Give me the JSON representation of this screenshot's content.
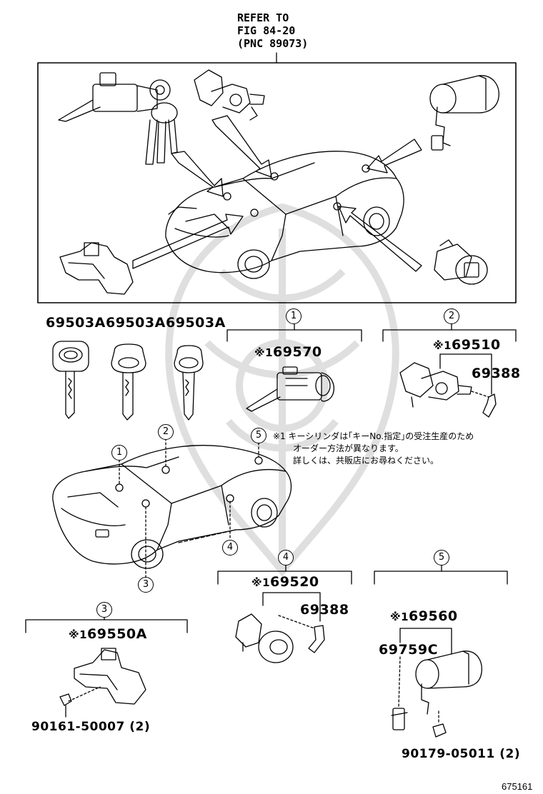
{
  "refer": {
    "line1": "REFER TO",
    "line2": "FIG 84-20",
    "line3": "(PNC 89073)"
  },
  "keys": {
    "part1": "69503A",
    "part2": "69503A",
    "part3": "69503A"
  },
  "groups": {
    "g1": {
      "num": "1",
      "mark": "※1",
      "part": "69570"
    },
    "g2": {
      "num": "2",
      "mark": "※1",
      "part": "69510",
      "sub": "69388"
    },
    "g3": {
      "num": "3",
      "mark": "※1",
      "part": "69550A",
      "bolt": "90161-50007 (2)"
    },
    "g4": {
      "num": "4",
      "mark": "※1",
      "part": "69520",
      "sub": "69388"
    },
    "g5": {
      "num": "5",
      "mark": "※1",
      "part": "69560",
      "sub": "69759C",
      "bolt": "90179-05011 (2)"
    }
  },
  "car_callouts": [
    "1",
    "2",
    "3",
    "4",
    "5"
  ],
  "note": {
    "mark": "※1",
    "line1": "キーシリンダは｢キーNo.指定｣の受注生産のため",
    "line2": "オーダー方法が異なります。",
    "line3": "詳しくは、共販店にお尋ねください。"
  },
  "figure_id": "675161"
}
